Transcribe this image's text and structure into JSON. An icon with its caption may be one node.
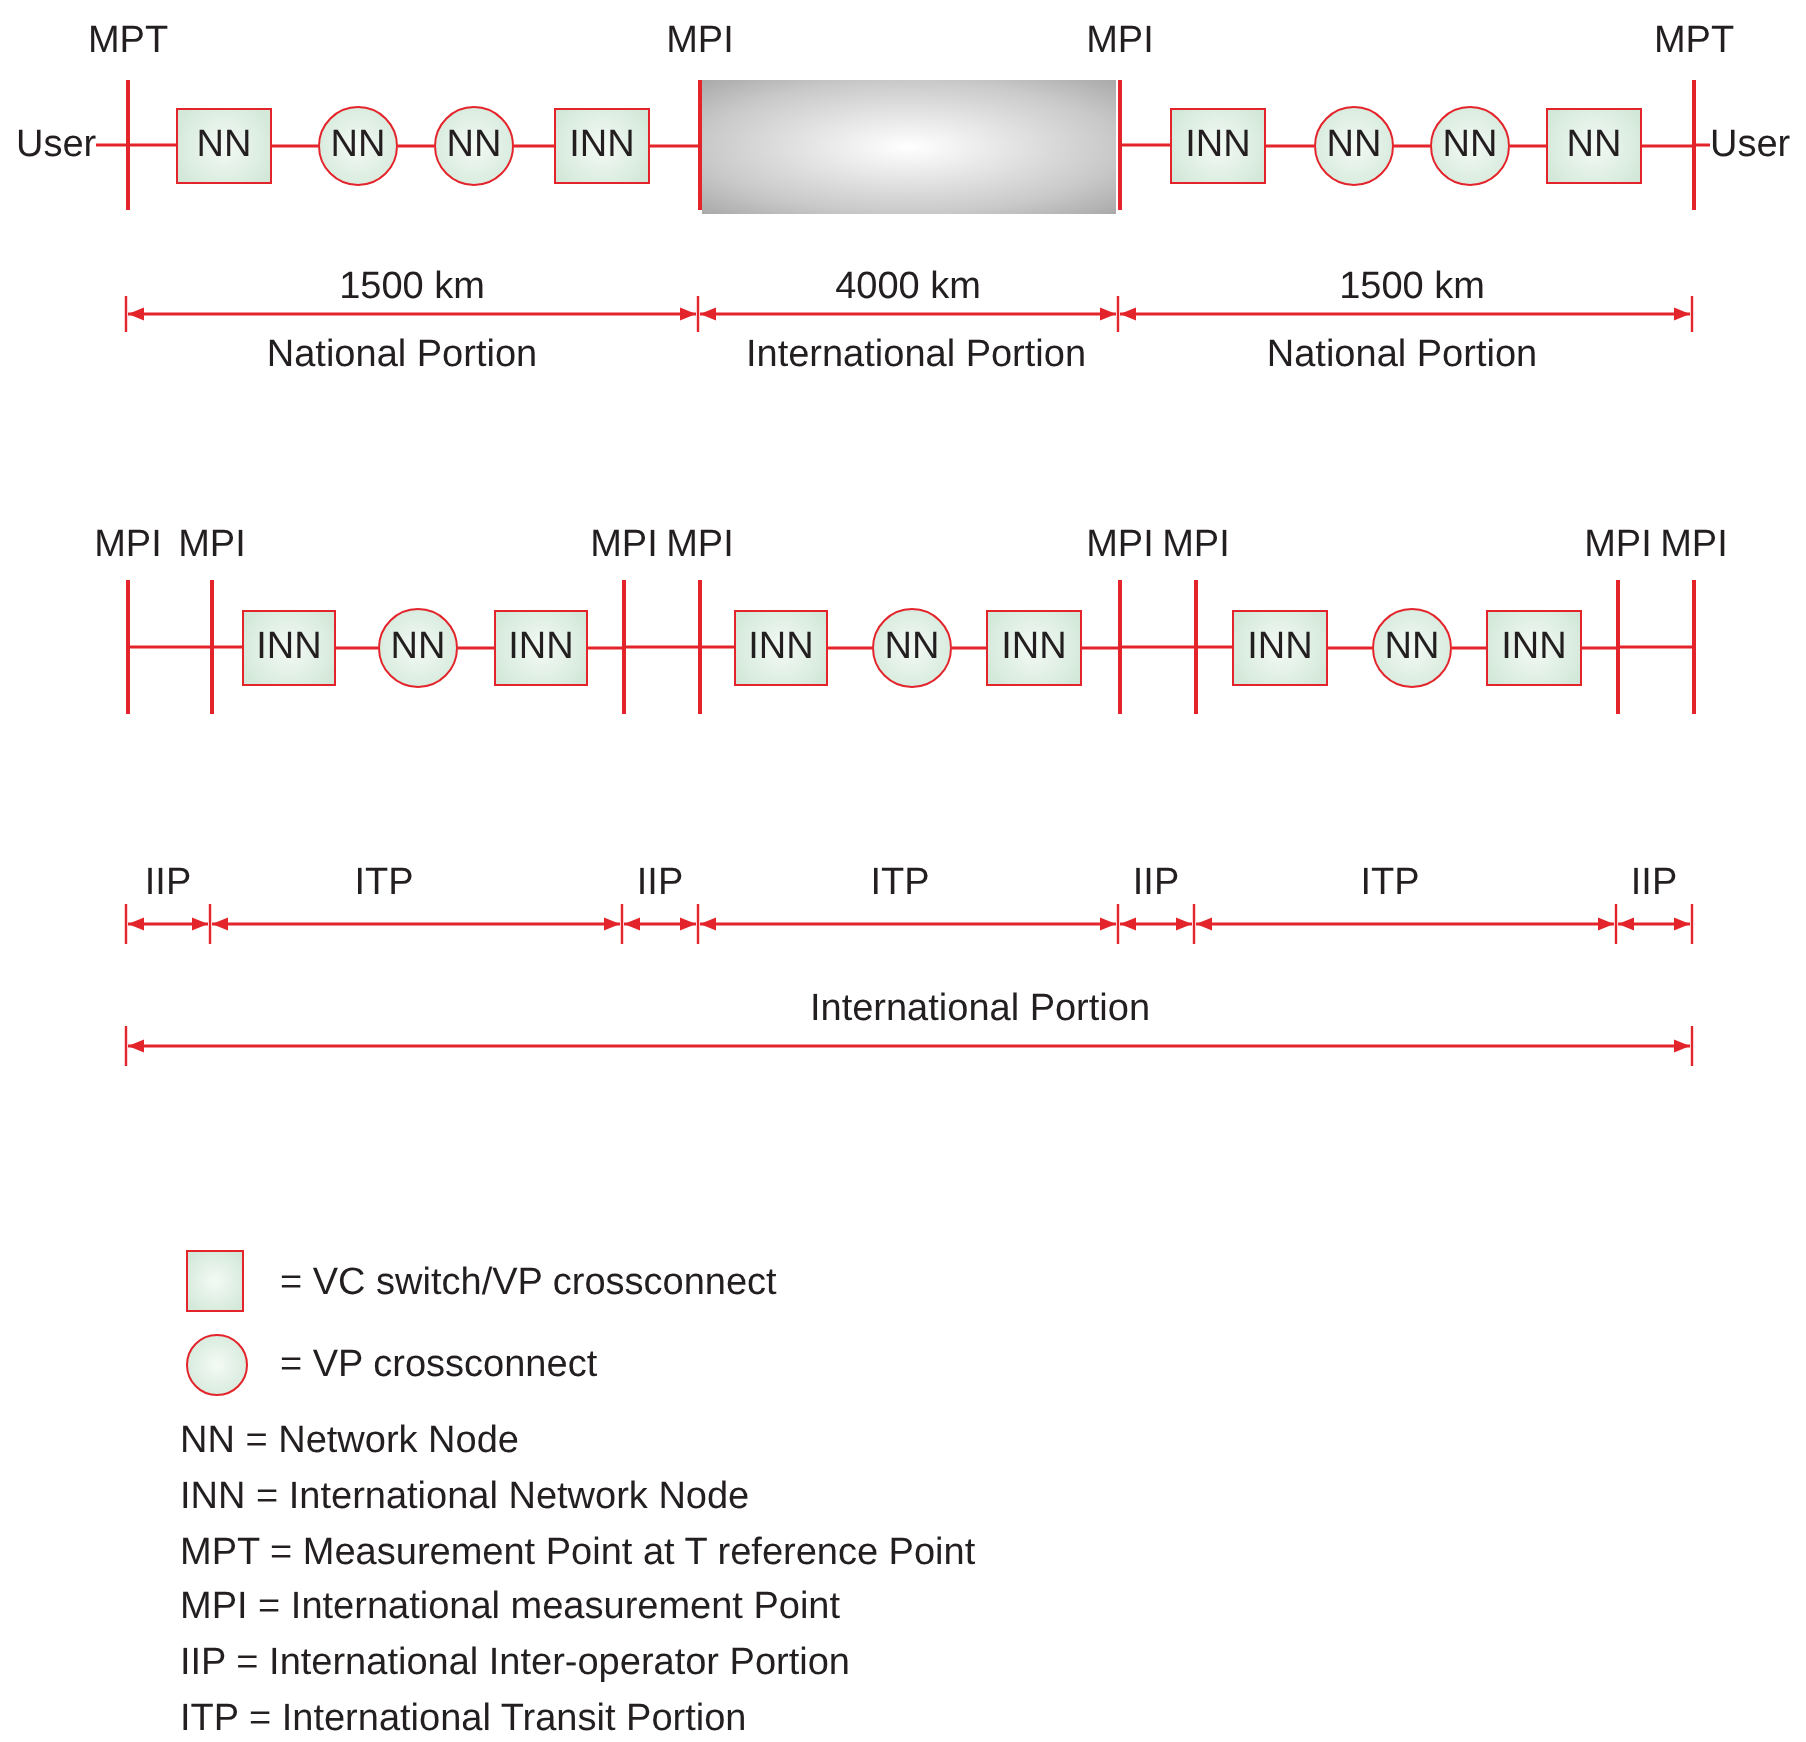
{
  "diagram": {
    "nodes": [
      {
        "text": [
          "User"
        ]
      },
      {
        "text": [
          "MPT"
        ]
      },
      {
        "text": [
          "NN"
        ]
      },
      {
        "text": [
          "NN"
        ]
      },
      {
        "text": [
          "NN"
        ]
      },
      {
        "text": [
          "INN"
        ]
      },
      {
        "text": [
          "MPI"
        ]
      },
      {
        "text": [],
        "shape": "box"
      },
      {
        "text": [
          "MPI"
        ]
      },
      {
        "text": [
          "INN"
        ]
      },
      {
        "text": [
          "NN"
        ]
      },
      {
        "text": [
          "NN"
        ]
      },
      {
        "text": [
          "NN"
        ]
      },
      {
        "text": [
          "MPT"
        ]
      },
      {
        "text": [
          "User"
        ]
      },
      {
        "text": [
          "MPI"
        ]
      },
      {
        "text": [
          "MPI"
        ]
      },
      {
        "text": [
          "INN"
        ]
      },
      {
        "text": [
          "NN"
        ]
      },
      {
        "text": [
          "INN"
        ]
      },
      {
        "text": [
          "MPI"
        ]
      },
      {
        "text": [
          "MPI"
        ]
      },
      {
        "text": [
          "INN"
        ]
      },
      {
        "text": [
          "NN"
        ]
      },
      {
        "text": [
          "INN"
        ]
      },
      {
        "text": [
          "MPI"
        ]
      },
      {
        "text": [
          "MPI"
        ]
      },
      {
        "text": [
          "INN"
        ]
      },
      {
        "text": [
          "NN"
        ]
      },
      {
        "text": [
          "INN"
        ]
      },
      {
        "text": [
          "MPI"
        ]
      },
      {
        "text": [
          "MPI"
        ]
      }
    ],
    "edges": [
      {
        "from": 0,
        "to": 1,
        "arrow": "none"
      },
      {
        "from": 1,
        "to": 2,
        "arrow": "none"
      },
      {
        "from": 2,
        "to": 3,
        "arrow": "none"
      },
      {
        "from": 3,
        "to": 4,
        "arrow": "none"
      },
      {
        "from": 4,
        "to": 5,
        "arrow": "none"
      },
      {
        "from": 5,
        "to": 6,
        "arrow": "none"
      },
      {
        "from": 8,
        "to": 9,
        "arrow": "none"
      },
      {
        "from": 9,
        "to": 10,
        "arrow": "none"
      },
      {
        "from": 10,
        "to": 11,
        "arrow": "none"
      },
      {
        "from": 11,
        "to": 12,
        "arrow": "none"
      },
      {
        "from": 12,
        "to": 13,
        "arrow": "none"
      },
      {
        "from": 13,
        "to": 14,
        "arrow": "none"
      },
      {
        "from": 15,
        "to": 16,
        "arrow": "none"
      },
      {
        "from": 16,
        "to": 17,
        "arrow": "none"
      },
      {
        "from": 17,
        "to": 18,
        "arrow": "none"
      },
      {
        "from": 18,
        "to": 19,
        "arrow": "none"
      },
      {
        "from": 19,
        "to": 20,
        "arrow": "none"
      },
      {
        "from": 20,
        "to": 21,
        "arrow": "none"
      },
      {
        "from": 21,
        "to": 22,
        "arrow": "none"
      },
      {
        "from": 22,
        "to": 23,
        "arrow": "none"
      },
      {
        "from": 23,
        "to": 24,
        "arrow": "none"
      },
      {
        "from": 24,
        "to": 25,
        "arrow": "none"
      },
      {
        "from": 25,
        "to": 26,
        "arrow": "none"
      },
      {
        "from": 26,
        "to": 27,
        "arrow": "none"
      },
      {
        "from": 27,
        "to": 28,
        "arrow": "none"
      },
      {
        "from": 28,
        "to": 29,
        "arrow": "none"
      },
      {
        "from": 29,
        "to": 30,
        "arrow": "none"
      },
      {
        "from": 30,
        "to": 31,
        "arrow": "none"
      }
    ],
    "labels": [
      "1500 km",
      "4000 km",
      "1500 km",
      "National Portion",
      "International Portion",
      "National Portion",
      "IIP",
      "ITP",
      "IIP",
      "ITP",
      "IIP",
      "ITP",
      "IIP",
      "International Portion"
    ],
    "legend": [
      {
        "text": "= VC switch/VP crossconnect"
      },
      {
        "text": "= VP crossconnect"
      },
      {
        "text": "NN = Network Node"
      },
      {
        "text": "INN = International Network Node"
      },
      {
        "text": "MPT = Measurement Point at T reference Point"
      },
      {
        "text": "MPI = International measurement Point"
      },
      {
        "text": "IIP = International Inter-operator Portion"
      },
      {
        "text": "ITP = International Transit Portion"
      }
    ]
  }
}
